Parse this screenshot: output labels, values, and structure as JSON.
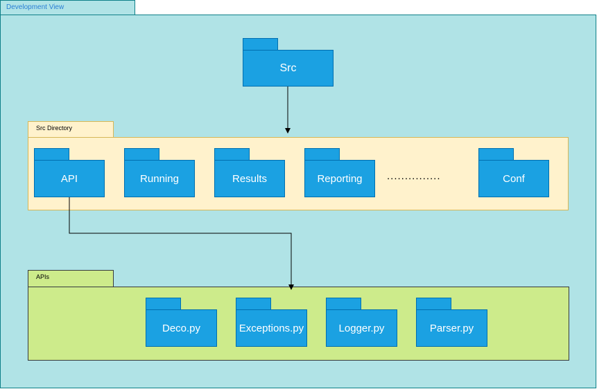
{
  "development_view": {
    "title": "Development View"
  },
  "src_folder": {
    "label": "Src"
  },
  "src_directory": {
    "title": "Src Directory",
    "folders": [
      "API",
      "Running",
      "Results",
      "Reporting",
      "Conf"
    ],
    "ellipsis": "..............."
  },
  "apis": {
    "title": "APIs",
    "folders": [
      "Deco.py",
      "Exceptions.py",
      "Logger.py",
      "Parser.py"
    ]
  },
  "colors": {
    "outer_fill": "#b0e3e6",
    "outer_border": "#0e8088",
    "src_dir_fill": "#fff2cc",
    "src_dir_border": "#d6b656",
    "apis_fill": "#cdeb8b",
    "apis_border": "#36393d",
    "folder_fill": "#1ba1e2",
    "folder_border": "#006eaf",
    "title_text": "#2a7fd4"
  }
}
